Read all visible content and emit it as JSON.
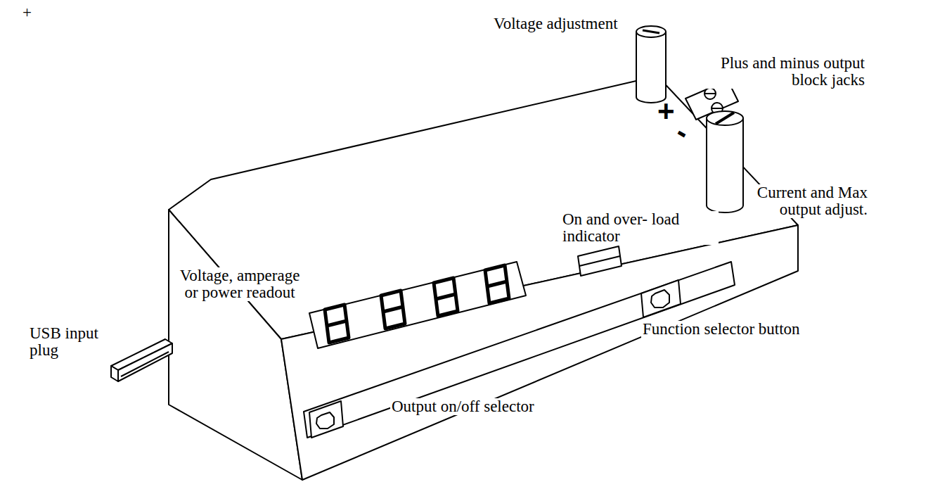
{
  "diagram": {
    "labels": [
      "+",
      "Voltage adjustment",
      "Plus and minus output block jacks",
      "+",
      "-",
      "Current and Max output adjust.",
      "On and over- load indicator",
      "Voltage, amperage or power readout",
      "Function selector button",
      "USB input plug",
      "Output on/off selector"
    ]
  }
}
